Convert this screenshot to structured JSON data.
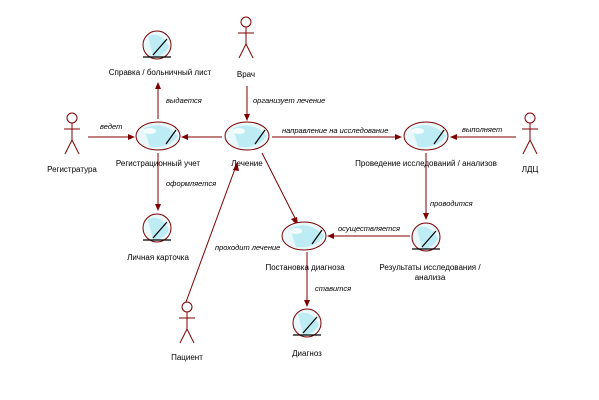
{
  "actors": {
    "registry": "Регистратура",
    "doctor": "Врач",
    "patient": "Пациент",
    "ldc": "ЛДЦ"
  },
  "elements": {
    "certificate": "Справка / больничный лист",
    "registration": "Регистрационный учет",
    "treatment": "Лечение",
    "examinations": "Проведение исследований / анализов",
    "personal_card": "Личная карточка",
    "diagnosis_setting": "Постановка диагноза",
    "results_line1": "Результаты исследования /",
    "results_line2": "анализа",
    "diagnosis": "Диагноз"
  },
  "relations": {
    "issued": "выдается",
    "maintains": "ведет",
    "organizes": "организует лечение",
    "referral": "направление на исследование",
    "performs": "выполняет",
    "drawn_up": "оформляется",
    "conducted": "проводится",
    "carries_out": "осуществляется",
    "undergoes": "проходит лечение",
    "is_set": "ставится"
  }
}
